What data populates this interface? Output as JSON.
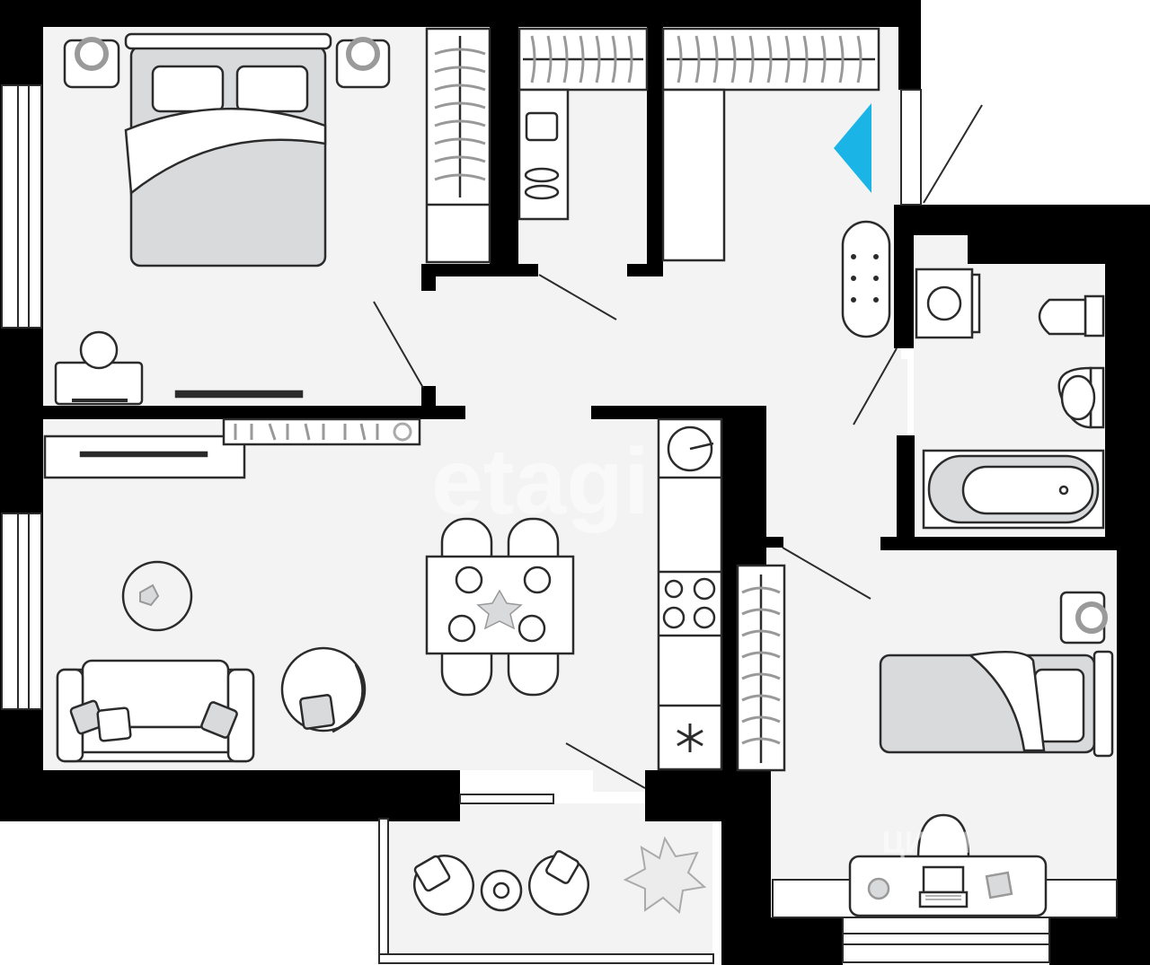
{
  "watermarks": {
    "primary": "etagi",
    "secondary": "ЦИАН"
  },
  "colors": {
    "wall": "#000000",
    "floor": "#f3f3f4",
    "furniture_outline": "#2b2b2b",
    "furniture_fill": "#ffffff",
    "furniture_shade": "#d9dadc",
    "accent_entrance": "#1ab5e6"
  },
  "rooms": [
    {
      "id": "bedroom"
    },
    {
      "id": "living-room"
    },
    {
      "id": "kitchen"
    },
    {
      "id": "hallway"
    },
    {
      "id": "bathroom"
    },
    {
      "id": "second-bedroom"
    },
    {
      "id": "balcony"
    },
    {
      "id": "walk-in-closet"
    }
  ],
  "icons": [
    "entrance-marker-icon",
    "snowflake-icon",
    "laptop-icon",
    "plant-icon"
  ]
}
